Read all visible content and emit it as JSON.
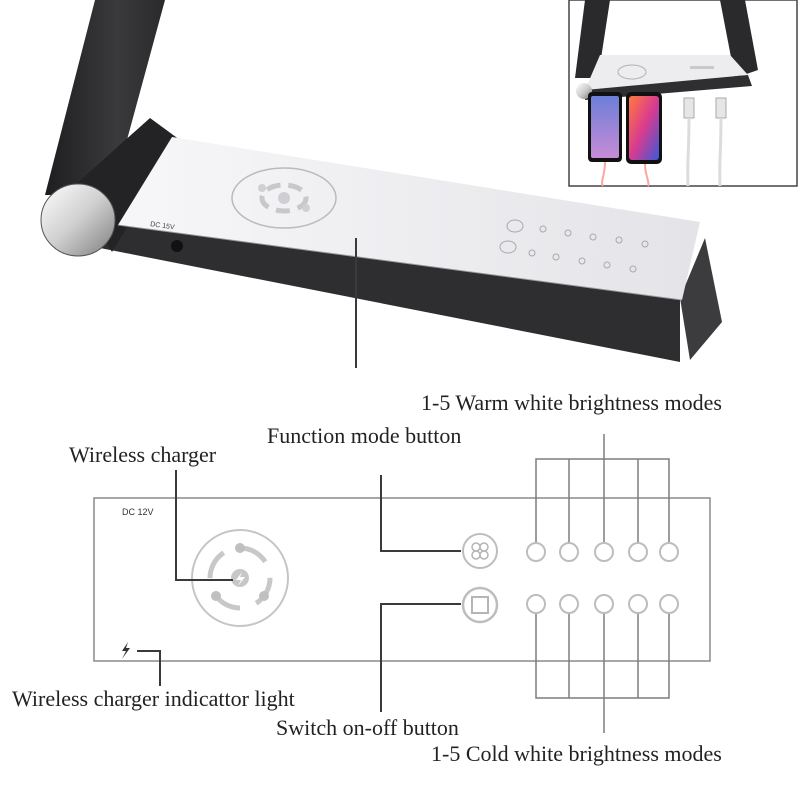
{
  "labels": {
    "warm_modes": "1-5 Warm white brightness modes",
    "function_button": "Function mode button",
    "wireless_charger": "Wireless charger",
    "indicator_light": "Wireless charger indicattor light",
    "switch_button": "Switch on-off button",
    "cold_modes": "1-5 Cold white brightness modes"
  },
  "diagram_panel": {
    "dc_label": "DC 12V"
  },
  "lamp_photo": {
    "dc_label": "DC 15V"
  },
  "icons": {
    "wireless_charger": "wireless-charging-icon",
    "function_button": "four-petal-icon",
    "switch_button": "square-power-icon",
    "indicator": "lightning-icon"
  },
  "colors": {
    "lamp_body": "#2b2b2d",
    "lamp_top": "#f2f2f4",
    "leader_line": "#3a3a3a",
    "bracket_line": "#8a8a8a",
    "button_gray": "#bdbdbd"
  }
}
